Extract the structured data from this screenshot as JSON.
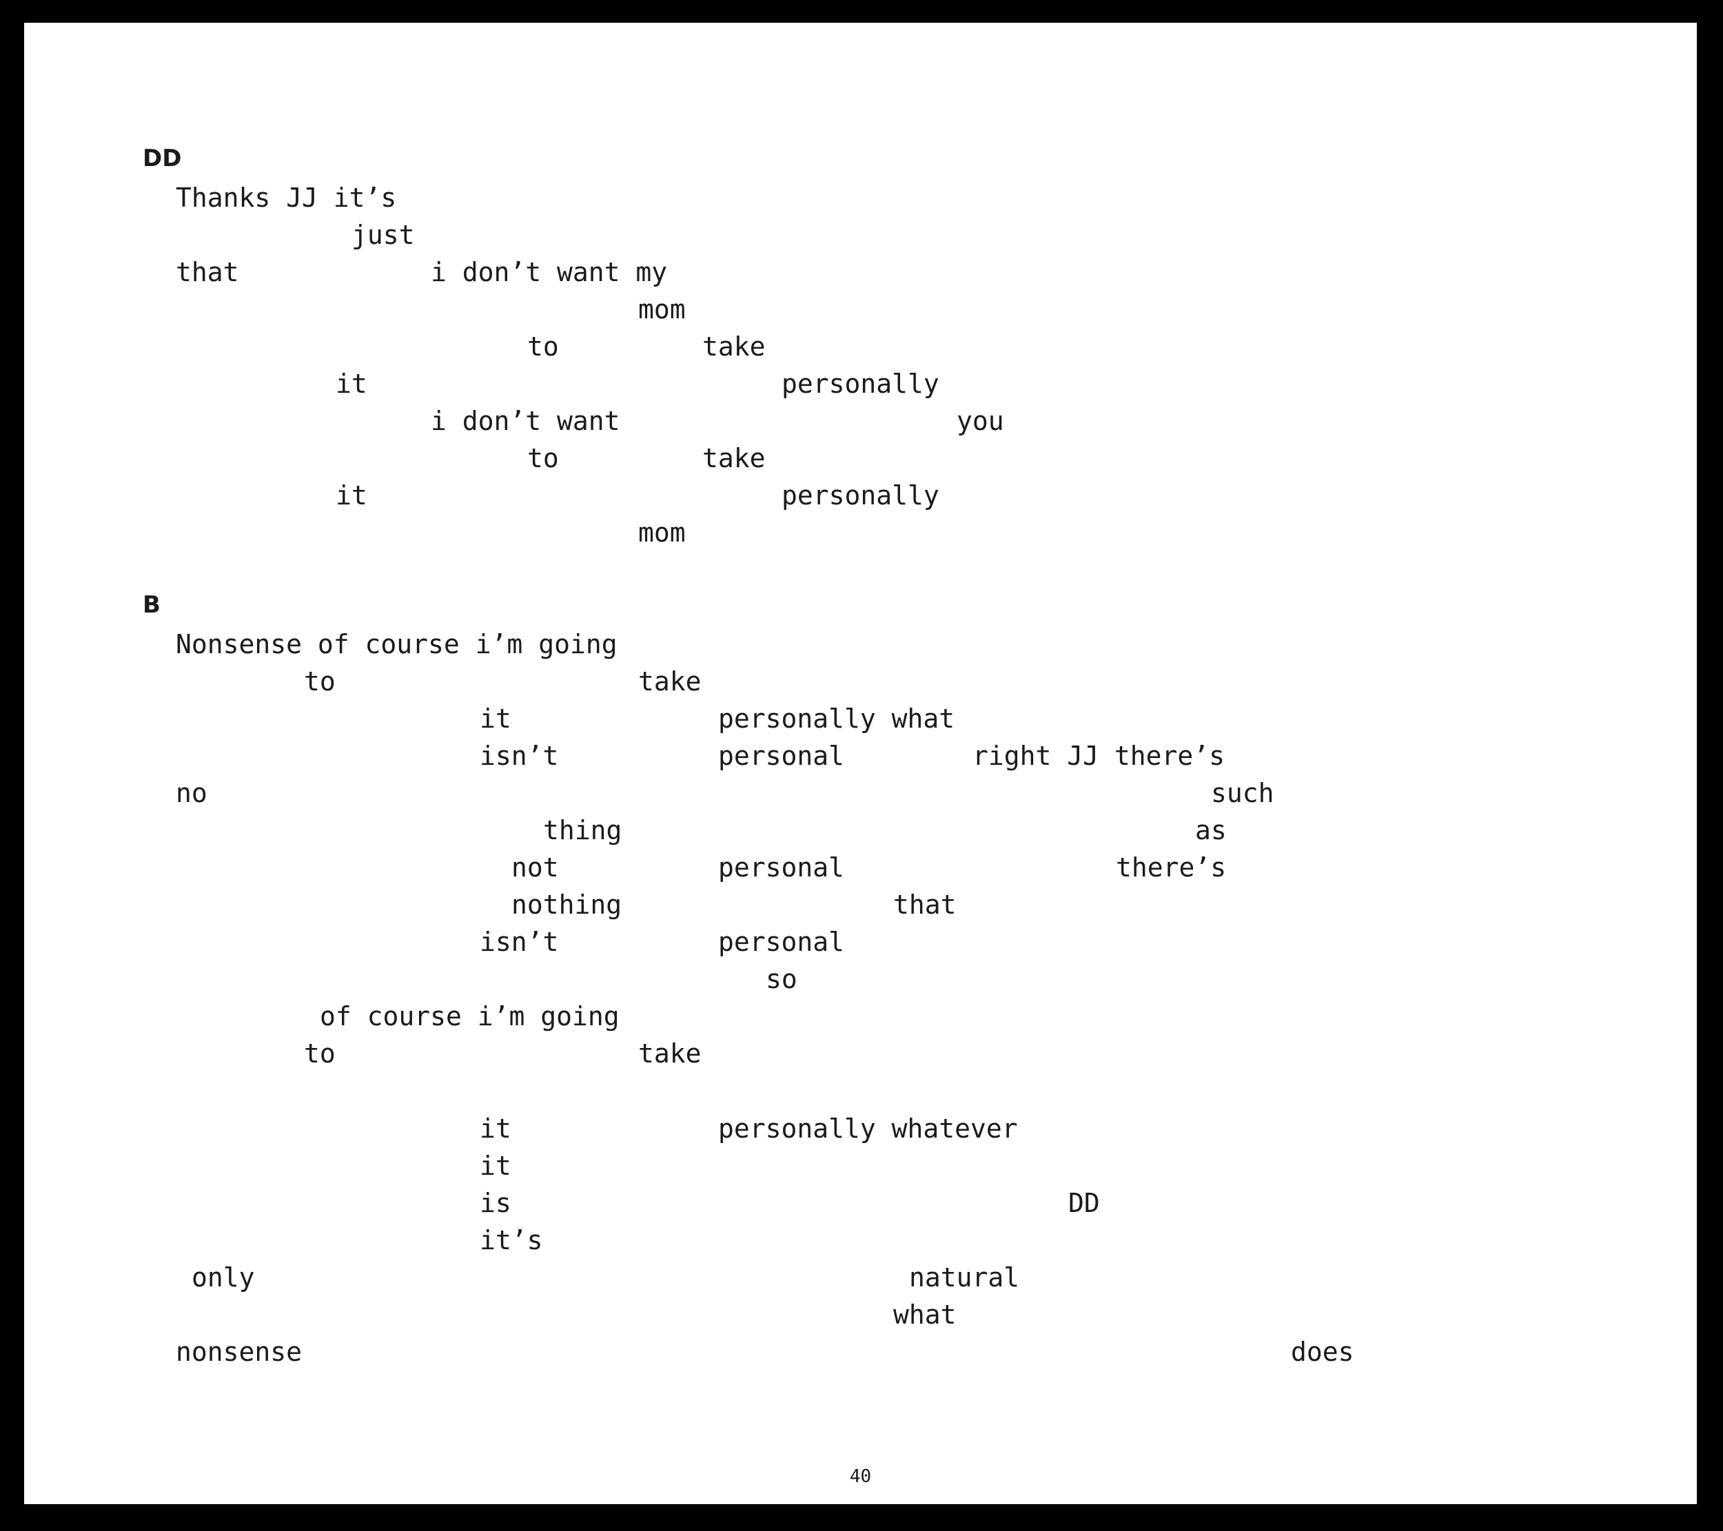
{
  "sections": [
    {
      "speaker": "DD",
      "lines": [
        [
          "Thanks JJ it’s"
        ],
        [
          "just"
        ],
        [
          "that",
          "i don’t want my"
        ],
        [
          "mom"
        ],
        [
          "to",
          "take"
        ],
        [
          "it",
          "personally"
        ],
        [
          "i don’t want",
          "you"
        ],
        [
          "to",
          "take"
        ],
        [
          "it",
          "personally"
        ],
        [
          "mom"
        ]
      ]
    },
    {
      "speaker": "B",
      "lines": [
        [
          "Nonsense of course i’m going"
        ],
        [
          "to",
          "take"
        ],
        [
          "it",
          "personally what"
        ],
        [
          "isn’t",
          "personal",
          "right JJ there’s"
        ],
        [
          "no",
          "such"
        ],
        [
          "thing",
          "as"
        ],
        [
          "not",
          "personal",
          "there’s"
        ],
        [
          "nothing",
          "that"
        ],
        [
          "isn’t",
          "personal"
        ],
        [
          "so"
        ],
        [
          "of course i’m going"
        ],
        [
          "to",
          "take"
        ],
        [
          "it",
          "personally whatever"
        ],
        [
          "it"
        ],
        [
          "is",
          "DD"
        ],
        [
          "it’s"
        ],
        [
          "only",
          "natural"
        ],
        [
          "what"
        ],
        [
          "nonsense",
          "does"
        ]
      ]
    }
  ],
  "page_number": "40"
}
